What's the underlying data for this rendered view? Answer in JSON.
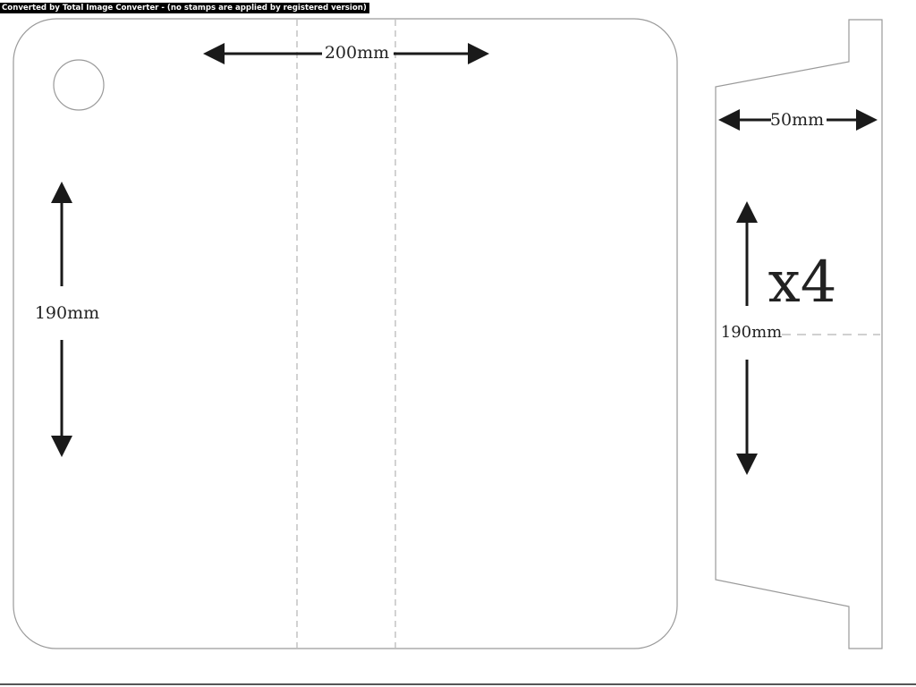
{
  "watermark": {
    "text": "Converted by Total Image Converter - (no stamps are applied by registered version)"
  },
  "panel": {
    "width_label": "200mm",
    "height_label": "190mm"
  },
  "side_piece": {
    "width_label": "50mm",
    "height_label": "190mm",
    "quantity_label": "x4"
  },
  "colors": {
    "outline": "#9a9a9a",
    "fold_line": "#b5b5b5",
    "arrow": "#1a1a1a",
    "watermark_bg": "#000000",
    "watermark_text": "#ffffff"
  }
}
